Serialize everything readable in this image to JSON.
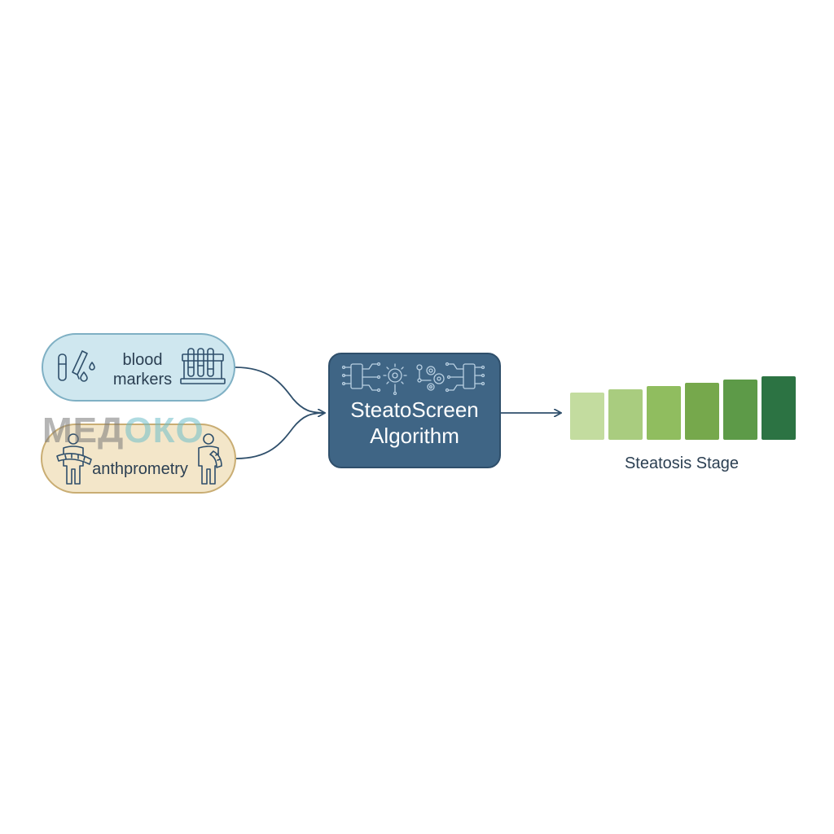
{
  "inputs": {
    "blood": {
      "line1": "blood",
      "line2": "markers",
      "icons": [
        "test-tube-drops-icon",
        "test-tube-rack-icon"
      ],
      "fill": "#cfe7ef",
      "border": "#7fb0c4"
    },
    "anthropometry": {
      "label": "anthprometry",
      "icons": [
        "person-measuring-tape-icon",
        "person-measuring-tape-icon"
      ],
      "fill": "#f3e6c9",
      "border": "#c9ad73"
    }
  },
  "algorithm": {
    "line1": "SteatoScreen",
    "line2": "Algorithm",
    "icons": [
      "circuit-icon",
      "gear-icon",
      "gear-icon",
      "circuit-icon"
    ],
    "fill": "#3f6585"
  },
  "output": {
    "label": "Steatosis Stage",
    "stage_colors": [
      "#c3dc9f",
      "#a9cc7f",
      "#90bd5f",
      "#76a84c",
      "#5d9a48",
      "#2c7343"
    ]
  },
  "watermark": {
    "part1": "МЕД",
    "part2": "ОКО"
  },
  "colors": {
    "connector": "#2f4f6b",
    "text": "#2b3f52"
  }
}
